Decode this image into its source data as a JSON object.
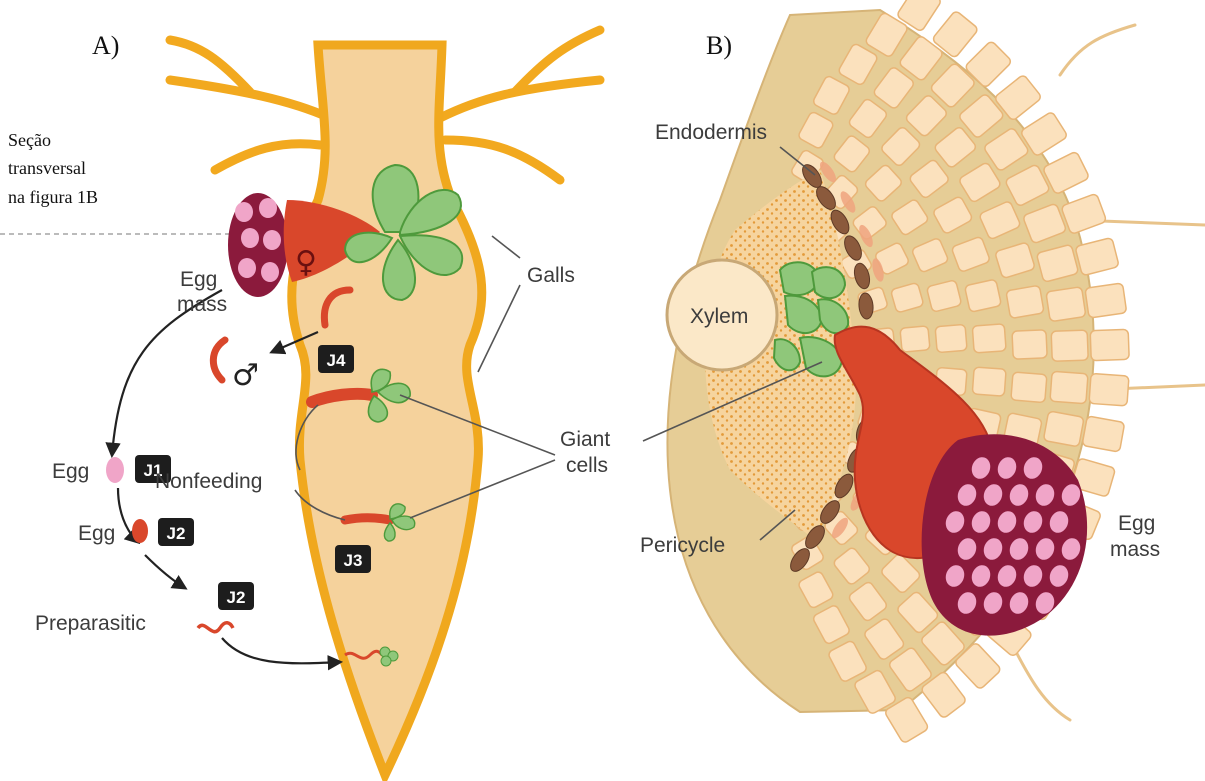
{
  "panels": {
    "a": "A)",
    "b": "B)"
  },
  "section_note": {
    "line1": "Seção",
    "line2": "transversal",
    "line3": "na figura 1B"
  },
  "panel_a": {
    "egg_mass_line1": "Egg",
    "egg_mass_line2": "mass",
    "female_symbol": "♀",
    "male_symbol": "♂",
    "galls": "Galls",
    "giant_cells_line1": "Giant",
    "giant_cells_line2": "cells",
    "nonfeeding": "Nonfeeding",
    "egg_1": "Egg",
    "egg_2": "Egg",
    "preparasitic": "Preparasitic",
    "stages": {
      "j1": "J1",
      "j2a": "J2",
      "j2b": "J2",
      "j3": "J3",
      "j4": "J4"
    }
  },
  "panel_b": {
    "endodermis": "Endodermis",
    "xylem": "Xylem",
    "pericycle": "Pericycle",
    "egg_mass_line1": "Egg",
    "egg_mass_line2": "mass"
  },
  "colors": {
    "root_fill": "#f5d29c",
    "root_edge": "#f0a81e",
    "nematode": "#d9472b",
    "egg_mass": "#8b1a3c",
    "egg_dot": "#f0a5c8",
    "giant_cell": "#8fc77a",
    "cell_fill": "#fbe1bd",
    "cell_edge": "#e8b577"
  }
}
